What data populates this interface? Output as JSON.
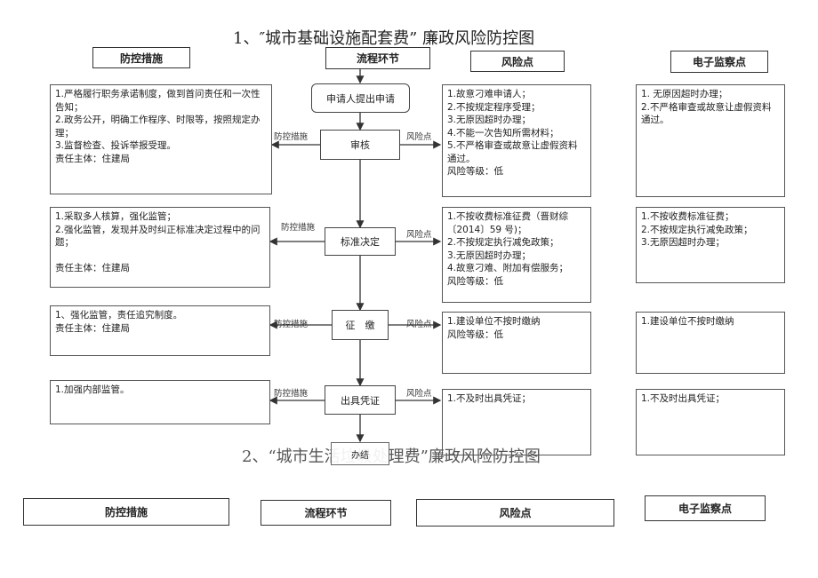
{
  "section1": {
    "title": "1、″城市基础设施配套费” 廉政风险防控图",
    "headers": {
      "measures": "防控措施",
      "process": "流程环节",
      "risks": "风险点",
      "supervision": "电子监察点"
    },
    "connectors": {
      "measure_label": "防控措施",
      "risk_label": "风险点"
    },
    "start_step": "申请人提出申请",
    "end_step": "办结",
    "rows": [
      {
        "step": "审核",
        "measures": "1.严格履行职务承诺制度，做到首问责任和一次性告知；\n2.政务公开，明确工作程序、时限等，按照规定办理；\n3.监督检查、投诉举报受理。\n责任主体：住建局",
        "risks": "1.故意刁难申请人；\n2.不按规定程序受理；\n3.无原因超时办理；\n4.不能一次告知所需材料；\n5.不严格审查或故意让虚假资料通过。\n风险等级：低",
        "supervision": "1. 无原因超时办理；\n2.不严格审查或故意让虚假资料通过。"
      },
      {
        "step": "标准决定",
        "measures": "1.采取多人核算，强化监管；\n2.强化监管，发现并及时纠正标准决定过程中的问题；\n\n责任主体：住建局",
        "risks": "1.不按收费标准征费（晋财综〔2014〕59 号)；\n2.不按规定执行减免政策；\n3.无原因超时办理；\n4.故意刁难、附加有偿服务；\n风险等级：低",
        "supervision": "1.不按收费标准征费；\n2.不按规定执行减免政策；\n3.无原因超时办理；"
      },
      {
        "step": "征　缴",
        "measures": "1、强化监管，责任追究制度。\n责任主体：住建局",
        "risks": "1.建设单位不按时缴纳\n风险等级：低",
        "supervision": "1.建设单位不按时缴纳"
      },
      {
        "step": "出具凭证",
        "measures": "1.加强内部监管。",
        "risks": "1.不及时出具凭证；",
        "supervision": "1.不及时出具凭证；"
      }
    ]
  },
  "section2": {
    "title": "2、“城市生活垃圾处理费”廉政风险防控图",
    "headers": {
      "measures": "防控措施",
      "process": "流程环节",
      "risks": "风险点",
      "supervision": "电子监察点"
    }
  }
}
